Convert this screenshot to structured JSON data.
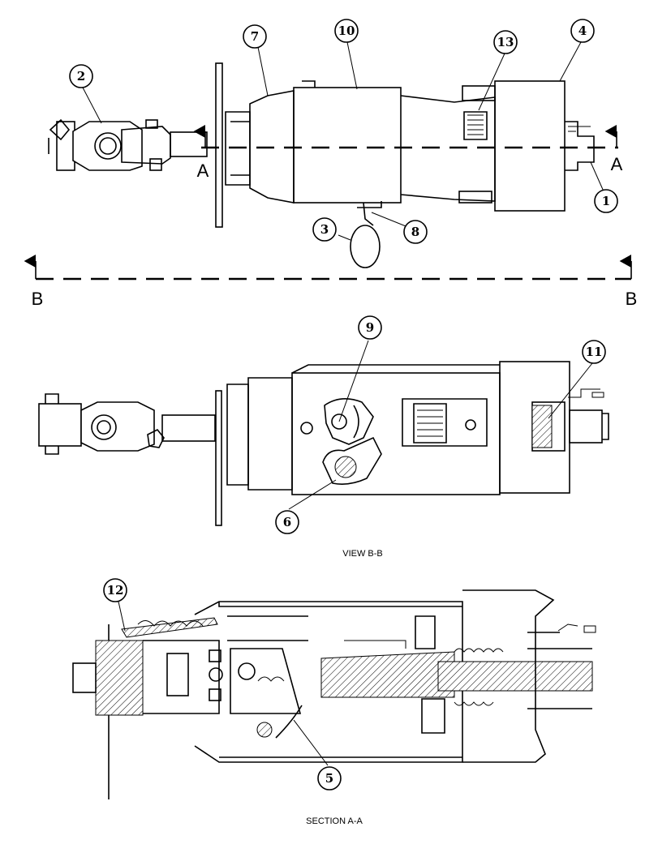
{
  "callouts": {
    "c1": "1",
    "c2": "2",
    "c3": "3",
    "c4": "4",
    "c5": "5",
    "c6": "6",
    "c7": "7",
    "c8": "8",
    "c9": "9",
    "c10": "10",
    "c11": "11",
    "c12": "12",
    "c13": "13"
  },
  "section_markers": {
    "a_left": "A",
    "a_right": "A",
    "b_left": "B",
    "b_right": "B"
  },
  "captions": {
    "view_bb": "VIEW B-B",
    "section_aa": "SECTION A-A"
  }
}
